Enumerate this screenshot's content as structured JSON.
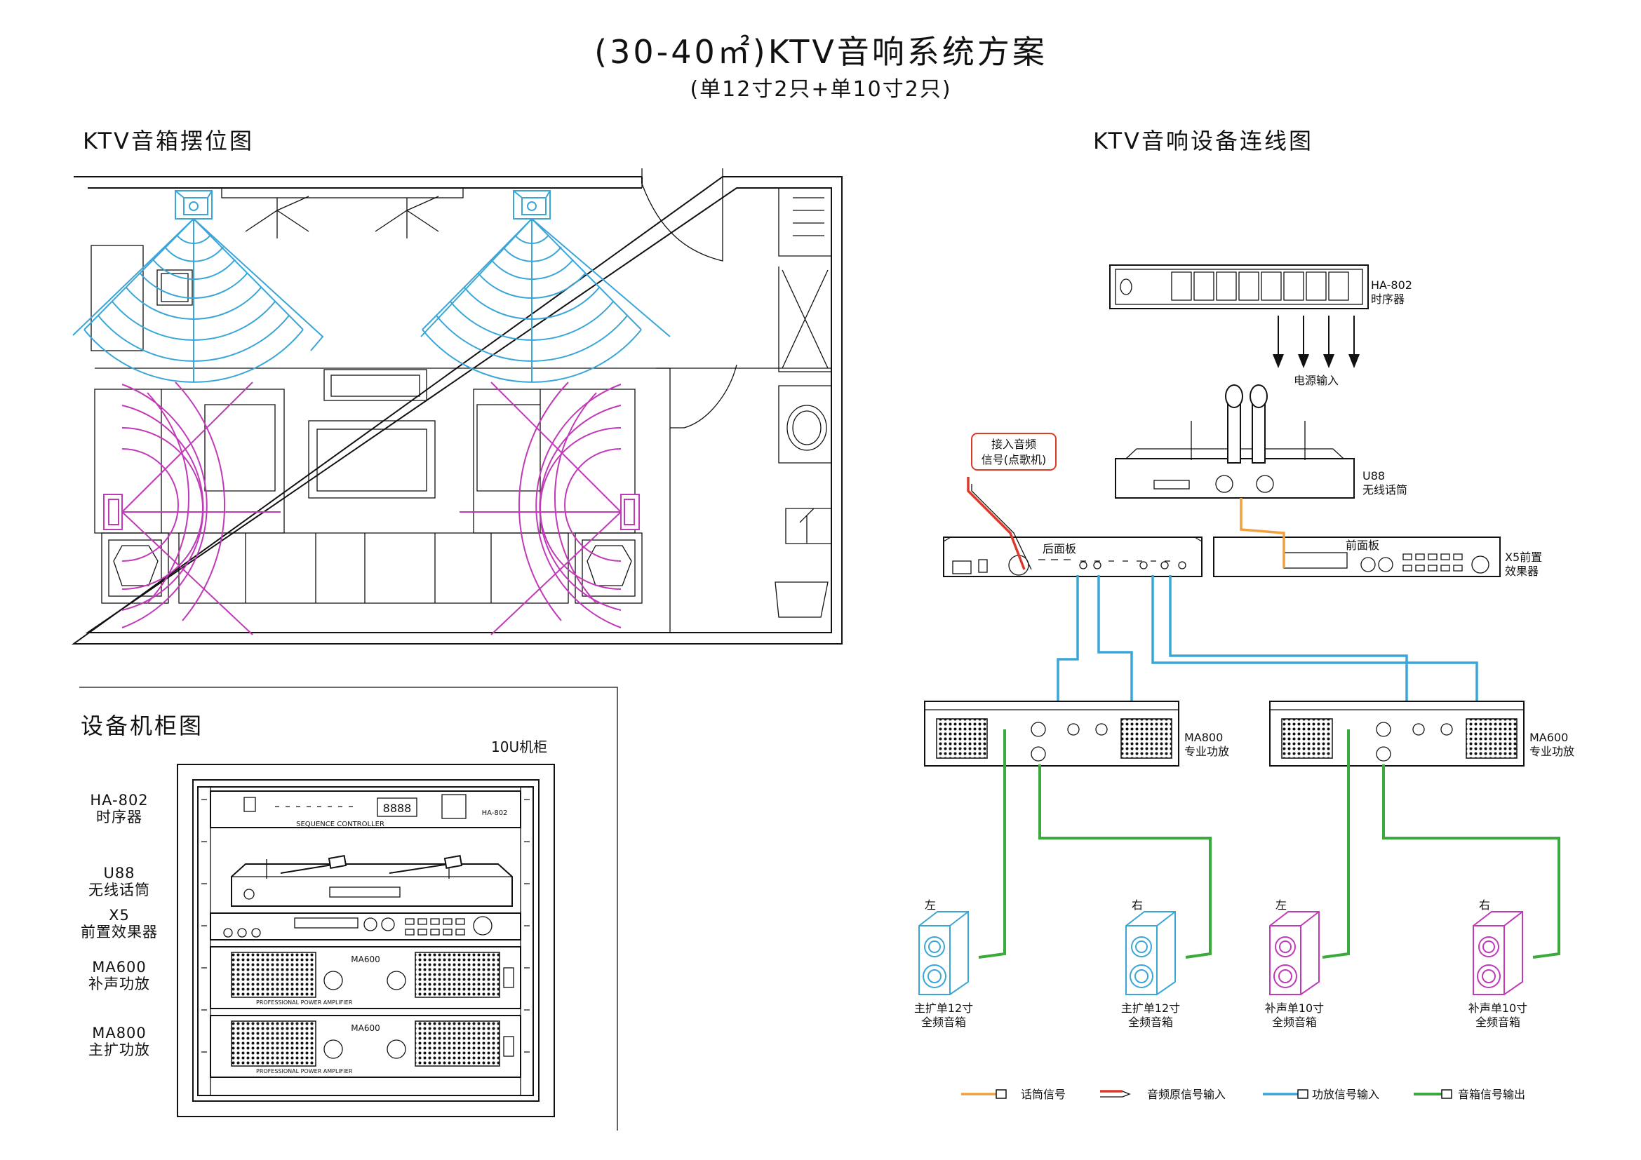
{
  "title": "(30-40㎡)KTV音响系统方案",
  "subtitle": "(单12寸2只+单10寸2只)",
  "sections": {
    "layout": "KTV音箱摆位图",
    "wiring": "KTV音响设备连线图",
    "rack": "设备机柜图"
  },
  "rack": {
    "size_label": "10U机柜",
    "items": [
      {
        "model": "HA-802",
        "name": "时序器"
      },
      {
        "model": "U88",
        "name": "无线话筒"
      },
      {
        "model": "X5",
        "name": "前置效果器"
      },
      {
        "model": "MA600",
        "name": "补声功放"
      },
      {
        "model": "MA800",
        "name": "主扩功放"
      }
    ],
    "panel_text": {
      "sequencer": "SEQUENCE CONTROLLER",
      "sequencer_model": "HA-802",
      "display": "8888",
      "amp_model_1": "MA600",
      "amp_model_2": "MA600",
      "amp_brand": "PROFESSIONAL POWER AMPLIFIER"
    }
  },
  "wiring": {
    "sequencer": {
      "model": "HA-802",
      "name": "时序器"
    },
    "power_input": "电源输入",
    "source_note": "接入音频\n信号(点歌机)",
    "mic": {
      "model": "U88",
      "name": "无线话筒"
    },
    "rear_panel": "后面板",
    "front_panel": "前面板",
    "effects": {
      "model": "X5前置",
      "name": "效果器"
    },
    "amp_main": {
      "model": "MA800",
      "name": "专业功放"
    },
    "amp_fill": {
      "model": "MA600",
      "name": "专业功放"
    },
    "speakers": [
      {
        "side": "左",
        "label1": "主扩单12寸",
        "label2": "全频音箱",
        "color": "#3aa6d8"
      },
      {
        "side": "右",
        "label1": "主扩单12寸",
        "label2": "全频音箱",
        "color": "#3aa6d8"
      },
      {
        "side": "左",
        "label1": "补声单10寸",
        "label2": "全频音箱",
        "color": "#c03ab8"
      },
      {
        "side": "右",
        "label1": "补声单10寸",
        "label2": "全频音箱",
        "color": "#c03ab8"
      }
    ],
    "legend": [
      {
        "label": "话筒信号",
        "color": "#f0a040"
      },
      {
        "label": "音频原信号输入",
        "color": "#d93a2a"
      },
      {
        "label": "功放信号输入",
        "color": "#3aa6d8"
      },
      {
        "label": "音箱信号输出",
        "color": "#3aaa3a"
      }
    ]
  },
  "colors": {
    "main_speaker": "#3aa6d8",
    "fill_speaker": "#c03ab8",
    "amp_signal": "#3aa6d8",
    "speaker_out": "#3aaa3a",
    "mic_signal": "#f0a040",
    "source_signal": "#d93a2a"
  }
}
